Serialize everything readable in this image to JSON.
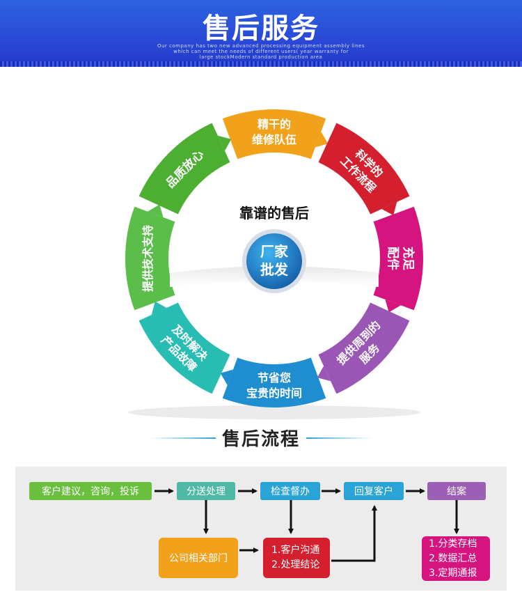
{
  "header": {
    "title": "售后服务",
    "subtitle_lines": [
      "Our company has two new advanced processing equipment assembly lines",
      "which can meet the needs of different users( year warranty for",
      "large stockModern standard production area"
    ]
  },
  "wheel": {
    "center_heading": "靠谱的售后",
    "badge_line1": "厂家",
    "badge_line2": "批发",
    "segments": [
      {
        "lines": [
          "精干的",
          "维修队伍"
        ],
        "color": "#f2a11a"
      },
      {
        "lines": [
          "科学的",
          "工作流程"
        ],
        "color": "#d4202e"
      },
      {
        "lines": [
          "充足",
          "配件"
        ],
        "color": "#d5147f"
      },
      {
        "lines": [
          "提供周到的",
          "服务"
        ],
        "color": "#9a56b4"
      },
      {
        "lines": [
          "节省您",
          "宝贵的时间"
        ],
        "color": "#1f8ed1"
      },
      {
        "lines": [
          "及时解决",
          "产品故障"
        ],
        "color": "#27bdb3"
      },
      {
        "lines": [
          "提供技术支持"
        ],
        "color": "#5bbd4a"
      },
      {
        "lines": [
          "品质放心"
        ],
        "color": "#4caf32"
      }
    ]
  },
  "flow": {
    "title": "售后流程",
    "nodes": {
      "complaint": "客户建议，咨询，投诉",
      "dispatch": "分送处理",
      "supervise": "检查督办",
      "reply": "回复客户",
      "close": "结案",
      "department": "公司相关部门",
      "communicate": [
        "1.客户沟通",
        "2.处理结论"
      ],
      "archive": [
        "1.分类存档",
        "2.数据汇总",
        "3.定期通报"
      ]
    },
    "colors": {
      "green": "#6abf3f",
      "teal": "#4fb8a7",
      "blue": "#2aa3d6",
      "purple": "#9b5fb5",
      "orange": "#f2a11a",
      "red": "#d4202e",
      "magenta": "#d5147f"
    }
  }
}
